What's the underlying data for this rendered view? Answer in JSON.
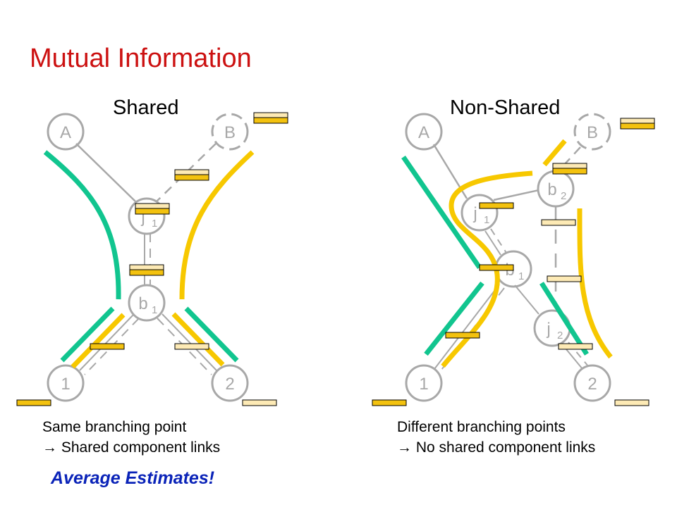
{
  "title": "Mutual Information",
  "shared": {
    "heading": "Shared",
    "caption_line1": "Same branching point",
    "caption_line2": "→ Shared component links",
    "emphasis": "Average Estimates!",
    "nodes": {
      "A": "A",
      "B": "B",
      "j1": "j",
      "j1_sub": "1",
      "b1": "b",
      "b1_sub": "1",
      "n1": "1",
      "n2": "2"
    }
  },
  "nonshared": {
    "heading": "Non-Shared",
    "caption_line1": "Different branching points",
    "caption_line2": "→ No shared component links",
    "nodes": {
      "A": "A",
      "B": "B",
      "j1": "j",
      "j1_sub": "1",
      "b1": "b",
      "b1_sub": "1",
      "b2": "b",
      "b2_sub": "2",
      "j2": "j",
      "j2_sub": "2",
      "n1": "1",
      "n2": "2"
    }
  },
  "colors": {
    "title": "#cc1111",
    "path_green": "#11c58f",
    "path_yellow": "#f7c800",
    "node_gray": "#a8a8a8",
    "bar_fill_full": "#f3c20f",
    "bar_fill_light": "#fdeab5",
    "emphasis": "#0a23b8"
  }
}
